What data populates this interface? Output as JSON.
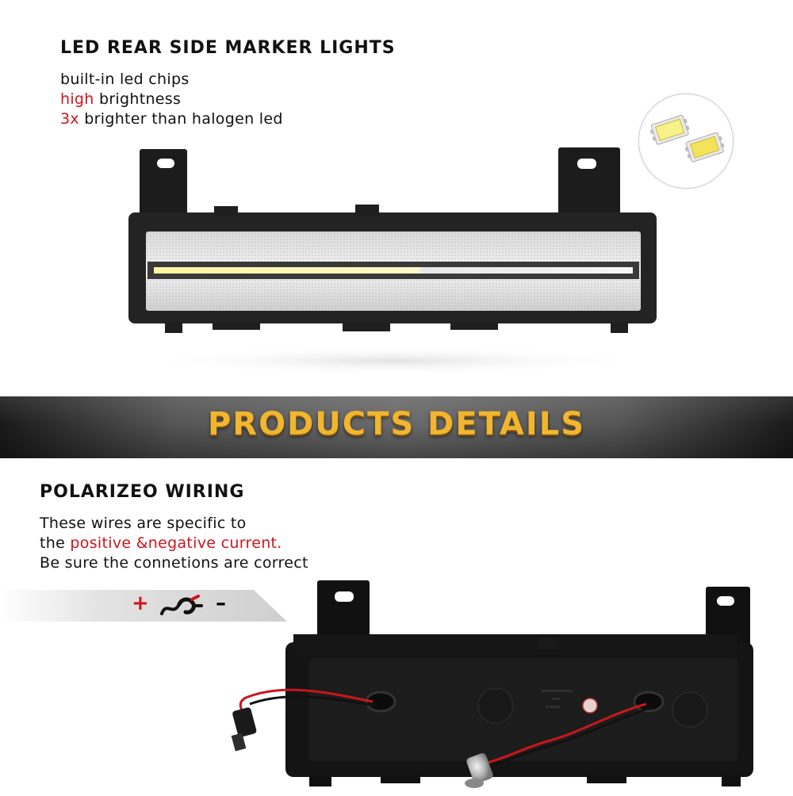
{
  "top": {
    "title": "LED REAR SIDE MARKER LIGHTS",
    "features": [
      {
        "highlight": "",
        "text": "built-in led chips"
      },
      {
        "highlight": "high",
        "text": " brightness"
      },
      {
        "highlight": "3x",
        "text": " brighter than halogen led"
      }
    ]
  },
  "banner": {
    "title": "PRODUCTS DETAILS"
  },
  "bottom": {
    "title": "POLARIZEO WIRING",
    "lines": {
      "line1": "These wires are specific to",
      "line2_prefix": "the ",
      "line2_highlight": "positive &negative current.",
      "line3": "Be sure the connetions are correct"
    },
    "polarity": {
      "plus": "+",
      "minus": "–"
    }
  },
  "colors": {
    "accent_red": "#d0141c",
    "banner_gold": "#f1b52f"
  },
  "icons": {
    "led_chips": "led-chip-icon",
    "plug": "plug-icon"
  }
}
